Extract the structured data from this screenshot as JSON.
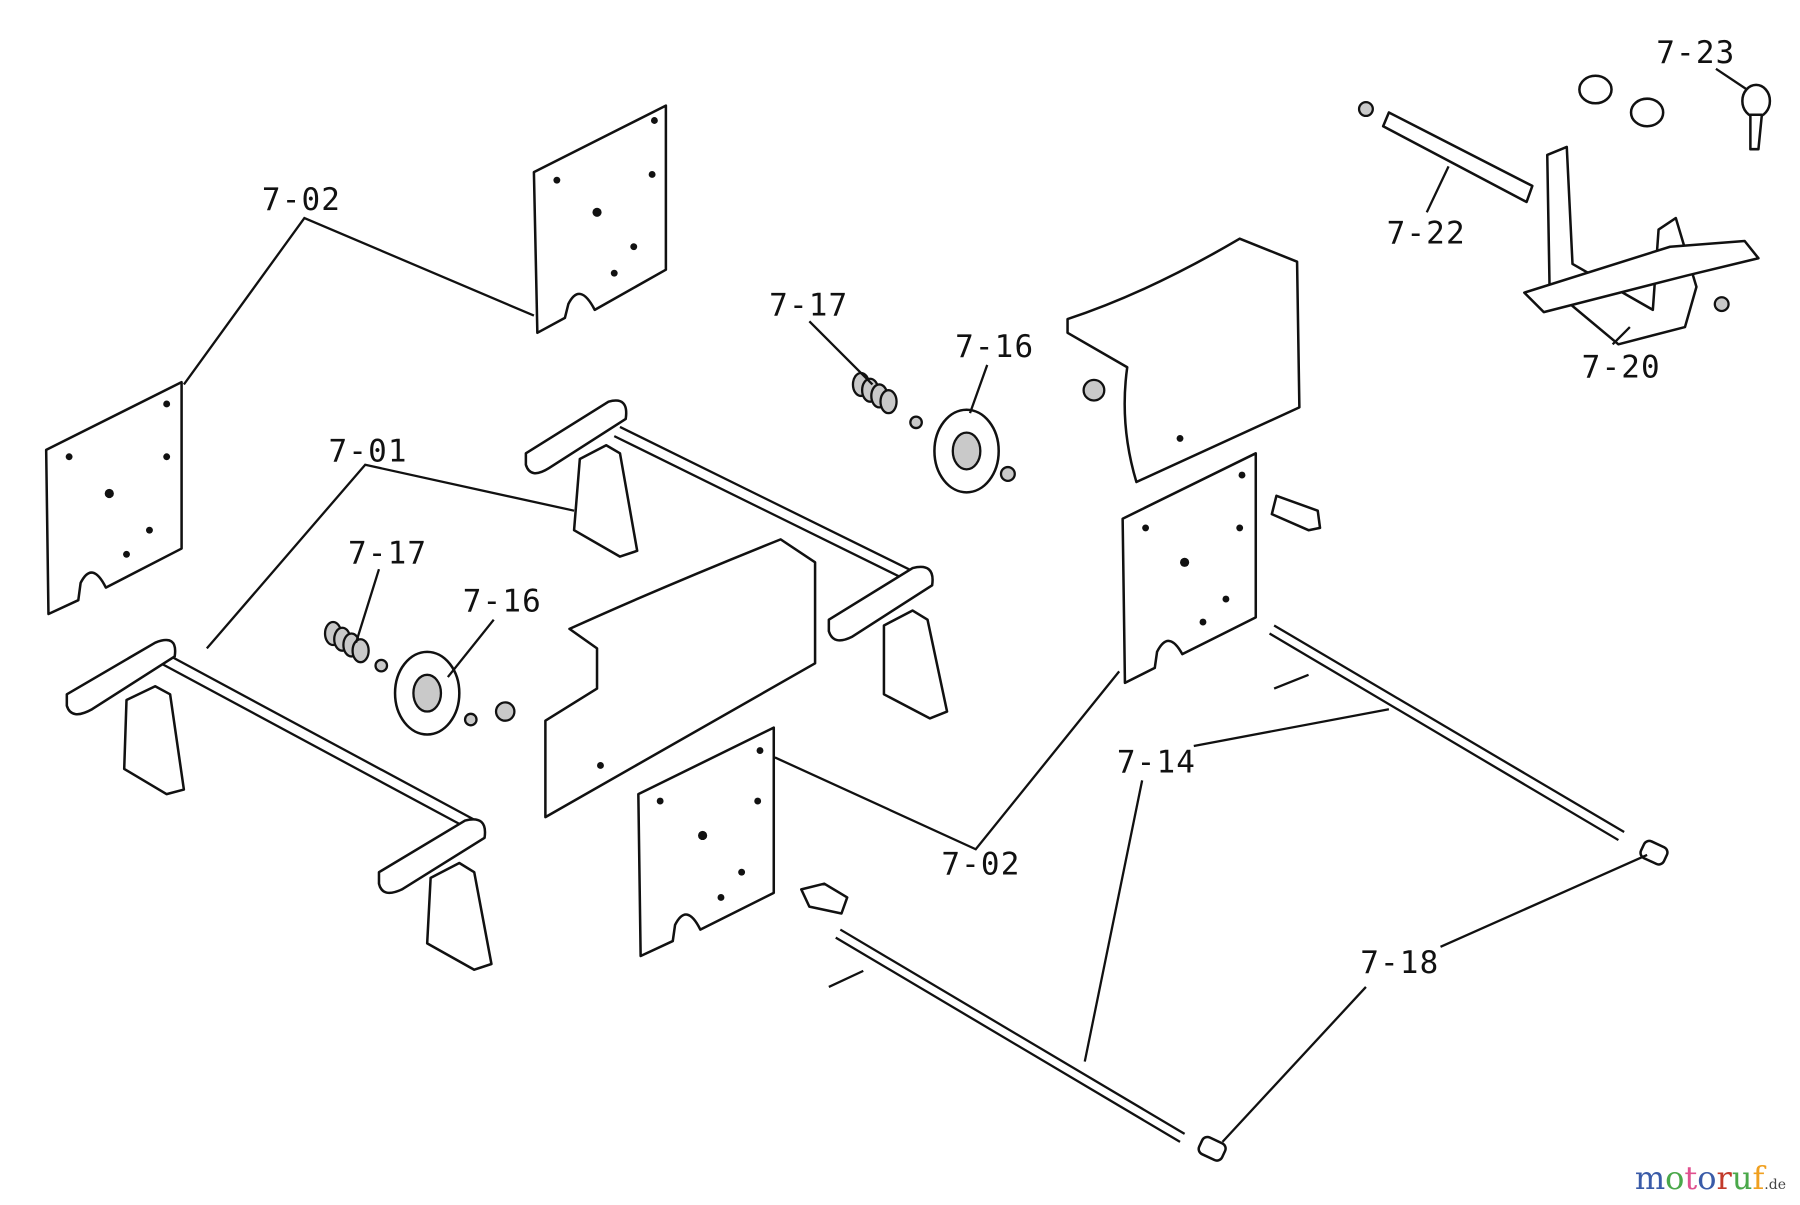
{
  "diagram": {
    "labels": {
      "l0702a": "7-02",
      "l0701": "7-01",
      "l0717a": "7-17",
      "l0716a": "7-16",
      "l0717b": "7-17",
      "l0716b": "7-16",
      "l0702b": "7-02",
      "l0714": "7-14",
      "l0718": "7-18",
      "l0722": "7-22",
      "l0720": "7-20",
      "l0723": "7-23"
    }
  },
  "watermark": {
    "brand": "motoruf",
    "tld": ".de"
  },
  "colors": {
    "line": "#111111",
    "wm_m": "#3a5ba8",
    "wm_o": "#4aa84a",
    "wm_t": "#e0508f",
    "wm_r": "#c23a2a",
    "wm_u": "#f0a020"
  }
}
